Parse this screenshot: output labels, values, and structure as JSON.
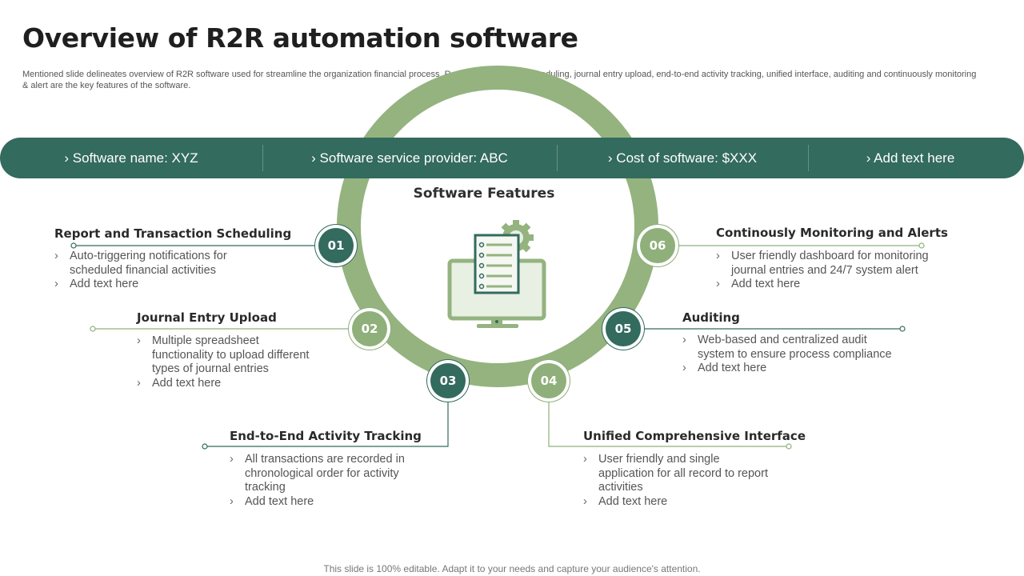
{
  "header": {
    "title": "Overview of R2R automation software",
    "subtitle": "Mentioned slide delineates overview of R2R software used for streamline the organization financial process. Report & transaction scheduling, journal entry upload, end-to-end activity tracking, unified interface, auditing and continuously monitoring & alert are the key features of the software."
  },
  "info_band": [
    "› Software name: XYZ",
    "› Software service provider: ABC",
    "› Cost of software: $XXX",
    "› Add text here"
  ],
  "center": {
    "title": "Software Features",
    "icon": "document-monitor-gear-icon"
  },
  "features": [
    {
      "number": "01",
      "title": "Report and Transaction Scheduling",
      "bullets": [
        "Auto-triggering notifications for scheduled financial activities",
        "Add text here"
      ]
    },
    {
      "number": "02",
      "title": "Journal Entry Upload",
      "bullets": [
        "Multiple spreadsheet functionality to upload different types of journal entries",
        "Add text here"
      ]
    },
    {
      "number": "03",
      "title": "End-to-End Activity Tracking",
      "bullets": [
        "All transactions are recorded in chronological order for activity tracking",
        "Add text here"
      ]
    },
    {
      "number": "04",
      "title": "Unified Comprehensive Interface",
      "bullets": [
        "User friendly and single application for all record to report activities",
        "Add text here"
      ]
    },
    {
      "number": "05",
      "title": "Auditing",
      "bullets": [
        "Web-based and centralized audit system to ensure process compliance",
        "Add text here"
      ]
    },
    {
      "number": "06",
      "title": "Continously Monitoring and Alerts",
      "bullets": [
        "User friendly dashboard for monitoring journal entries and 24/7 system alert",
        "Add text here"
      ]
    }
  ],
  "footer": "This slide is 100% editable. Adapt it to your needs and capture your audience's attention.",
  "colors": {
    "dark_green": "#336b5e",
    "light_green": "#8fb07a",
    "ring_green": "#94b37f"
  }
}
